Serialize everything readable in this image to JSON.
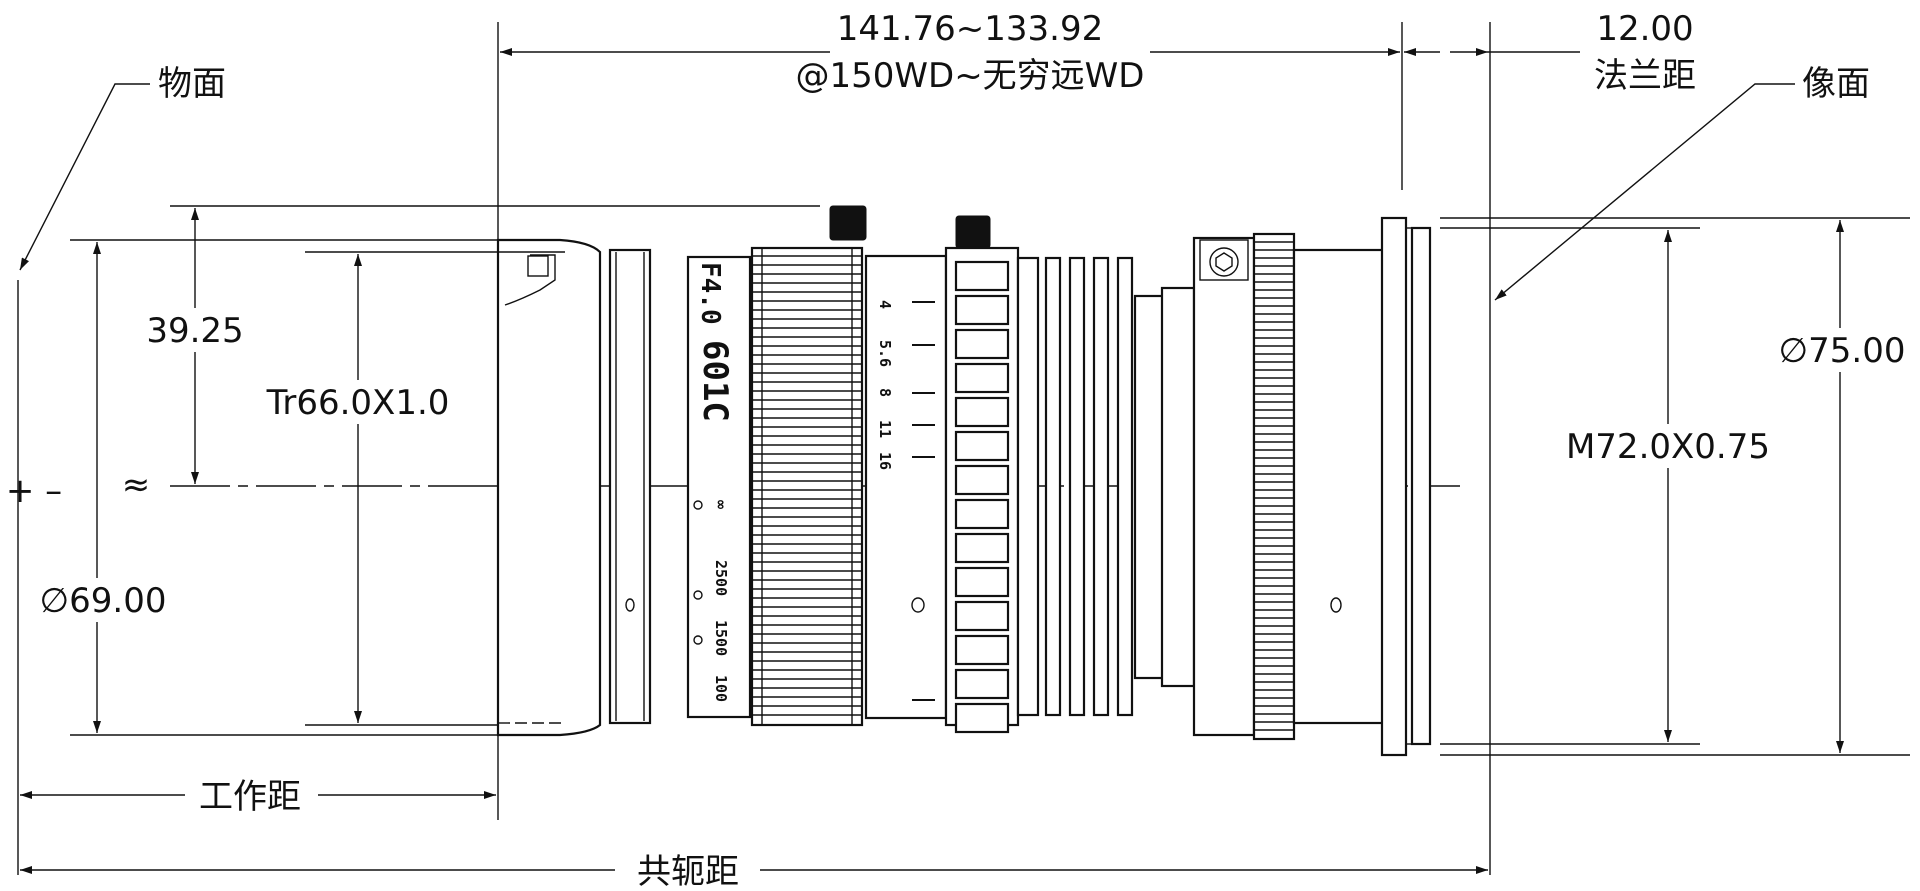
{
  "labels": {
    "object_plane": "物面",
    "image_plane": "像面",
    "working_distance": "工作距",
    "conjugate_distance": "共轭距",
    "flange_distance": "法兰距"
  },
  "dimensions": {
    "length_range": "141.76~133.92",
    "length_condition": "@150WD~无穷远WD",
    "flange": "12.00",
    "offset": "39.25",
    "front_thread": "Tr66.0X1.0",
    "front_diameter": "∅69.00",
    "rear_thread": "M72.0X0.75",
    "rear_diameter": "∅75.00",
    "approx": "≈",
    "plus_minus": "+ –"
  },
  "lens": {
    "aperture_label": "F4.0",
    "model": "601C",
    "aperture_scale": [
      "4",
      "5.6",
      "8",
      "11",
      "16"
    ],
    "focus_scale": [
      "∞",
      "2500",
      "1500",
      "100"
    ]
  }
}
